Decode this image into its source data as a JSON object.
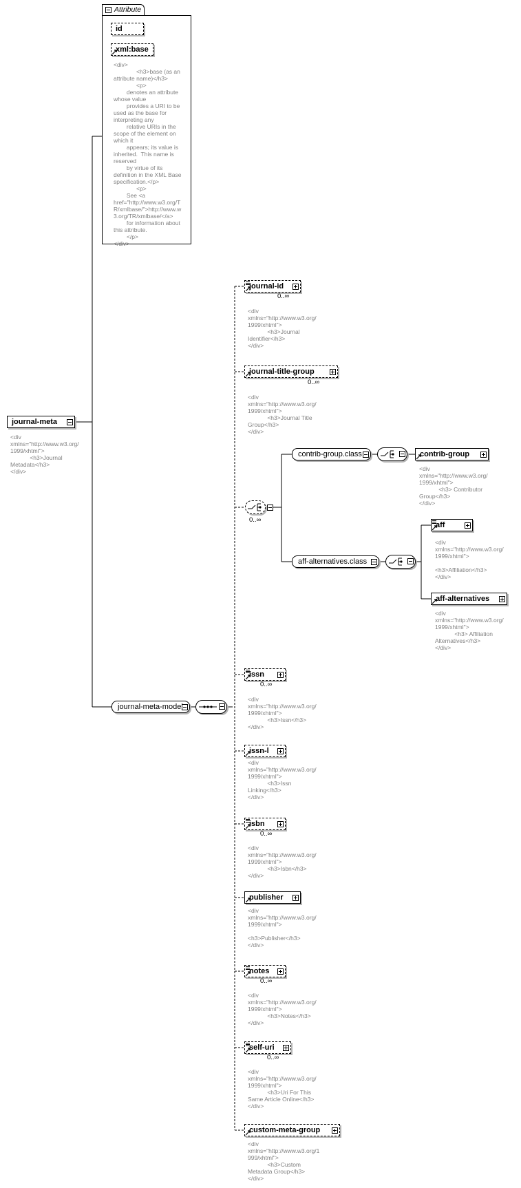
{
  "attribute_group": {
    "title": "Attribute",
    "attributes": [
      "id",
      "xml:base"
    ],
    "doc": "<div>\n              <h3>base (as an\nattribute name)</h3>\n              <p>\n        denotes an attribute\nwhose value\n        provides a URI to be\nused as the base for\ninterpreting any\n        relative URIs in the\nscope of the element on\nwhich it\n        appears; its value is\ninherited.  This name is\nreserved\n        by virtue of its\ndefinition in the XML Base\nspecification.</p>\n              <p>\n        See <a\nhref=\"http://www.w3.org/T\nR/xmlbase/\">http://www.w\n3.org/TR/xmlbase/</a>\n        for information about\nthis attribute.\n        </p>\n</div>"
  },
  "root": {
    "label": "journal-meta",
    "doc": "<div\nxmlns=\"http://www.w3.org/\n1999/xhtml\">\n            <h3>Journal\nMetadata</h3>\n</div>"
  },
  "model": {
    "label": "journal-meta-model"
  },
  "choice": {
    "mult": "0..∞"
  },
  "classes": [
    {
      "label": "contrib-group.class"
    },
    {
      "label": "aff-alternatives.class"
    }
  ],
  "elements": [
    {
      "label": "journal-id",
      "mult": "0..∞",
      "doc": "<div\nxmlns=\"http://www.w3.org/\n1999/xhtml\">\n            <h3>Journal\nIdentifier</h3>\n</div>"
    },
    {
      "label": "journal-title-group",
      "mult": "0..∞",
      "doc": "<div\nxmlns=\"http://www.w3.org/\n1999/xhtml\">\n            <h3>Journal Title\nGroup</h3>\n</div>"
    },
    {
      "label": "contrib-group",
      "mult": "",
      "doc": "<div\nxmlns=\"http://www.w3.org/\n1999/xhtml\">\n            <h3> Contributor\nGroup</h3>\n</div>"
    },
    {
      "label": "aff",
      "mult": "",
      "doc": "<div\nxmlns=\"http://www.w3.org/\n1999/xhtml\">\n\n<h3>Affiliation</h3>\n</div>"
    },
    {
      "label": "aff-alternatives",
      "mult": "",
      "doc": "<div\nxmlns=\"http://www.w3.org/\n1999/xhtml\">\n            <h3> Affiliation\nAlternatives</h3>\n</div>"
    },
    {
      "label": "issn",
      "mult": "0..∞",
      "doc": "<div\nxmlns=\"http://www.w3.org/\n1999/xhtml\">\n            <h3>Issn</h3>\n</div>"
    },
    {
      "label": "issn-l",
      "mult": "",
      "doc": "<div\nxmlns=\"http://www.w3.org/\n1999/xhtml\">\n            <h3>Issn\nLinking</h3>\n</div>"
    },
    {
      "label": "isbn",
      "mult": "0..∞",
      "doc": "<div\nxmlns=\"http://www.w3.org/\n1999/xhtml\">\n            <h3>Isbn</h3>\n</div>"
    },
    {
      "label": "publisher",
      "mult": "",
      "doc": "<div\nxmlns=\"http://www.w3.org/\n1999/xhtml\">\n\n<h3>Publisher</h3>\n</div>"
    },
    {
      "label": "notes",
      "mult": "0..∞",
      "doc": "<div\nxmlns=\"http://www.w3.org/\n1999/xhtml\">\n            <h3>Notes</h3>\n</div>"
    },
    {
      "label": "self-uri",
      "mult": "0..∞",
      "doc": "<div\nxmlns=\"http://www.w3.org/\n1999/xhtml\">\n            <h3>Uri For This\nSame Article Online</h3>\n</div>"
    },
    {
      "label": "custom-meta-group",
      "mult": "",
      "doc": "<div\nxmlns=\"http://www.w3.org/1\n999/xhtml\">\n            <h3>Custom\nMetadata Group</h3>\n</div>"
    }
  ],
  "icons": {
    "expand": "plus-box-icon",
    "collapse": "minus-box-icon",
    "sequence": "sequence-compositor-icon",
    "choice": "choice-compositor-icon",
    "reference": "reference-arrow-icon"
  }
}
